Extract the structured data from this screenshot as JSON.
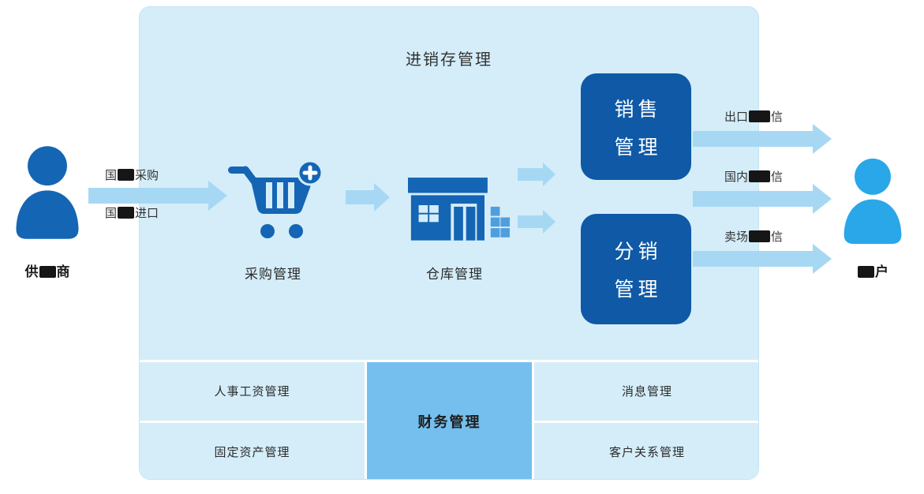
{
  "title": "进销存管理",
  "actors": {
    "supplier": {
      "before": "供",
      "after": "商"
    },
    "customer": {
      "before": "",
      "after": "户"
    }
  },
  "inbound_arrows": {
    "top": {
      "before": "国",
      "after": "采购"
    },
    "bottom": {
      "before": "国",
      "after": "进口"
    }
  },
  "outbound_arrows": {
    "top": {
      "before": "出口",
      "after": "信"
    },
    "middle": {
      "before": "国内",
      "after": "信"
    },
    "bottom": {
      "before": "卖场",
      "after": "信"
    }
  },
  "modules": {
    "purchase": "采购管理",
    "warehouse": "仓库管理",
    "sales_line1": "销售",
    "sales_line2": "管理",
    "distribution_line1": "分销",
    "distribution_line2": "管理"
  },
  "bottom_modules": {
    "hr": "人事工资管理",
    "fixed_assets": "固定资产管理",
    "finance": "财务管理",
    "message": "消息管理",
    "crm": "客户关系管理"
  },
  "colors": {
    "panel_bg": "#d4edf9",
    "module_dark_blue": "#0f59a6",
    "finance_bg": "#74bfee",
    "arrow": "#a6d8f4",
    "supplier_icon": "#1565b5",
    "customer_icon": "#2aa7e8",
    "redaction": "#161616"
  }
}
